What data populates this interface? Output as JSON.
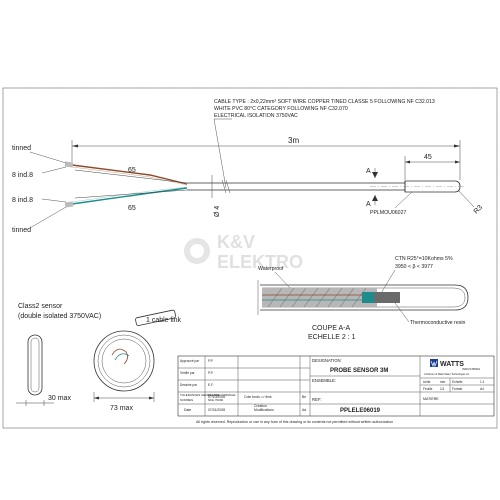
{
  "drawing": {
    "spec_lines": [
      "CABLE TYPE : 2x0,22mm² SOFT WIRE COPPER TINED CLASSE 5 FOLLOWING NF C32.013",
      "WHITE PVC 80°C CATEGORY FOLLOWING NF C32.070",
      "ELECTRICAL ISOLATION 3750VAC"
    ],
    "dim_length": "3m",
    "dim_45": "45",
    "dim_65_top": "65",
    "dim_65_bottom": "65",
    "dim_dia4": "Ø 4",
    "dim_r3": "R3",
    "label_tinned_top": "tinned",
    "label_8ind_top": "8 ind.8",
    "label_8ind_bottom": "8 ind.8",
    "label_tinned_bottom": "tinned",
    "section_mark_top": "A",
    "section_mark_bottom": "A",
    "part_ref": "PPLMOU06027",
    "ctn_line1": "CTN R25°=10Kohms 5%",
    "ctn_line2": "3950 < β < 3977",
    "waterproof": "Waterproof",
    "coupe_line1": "COUPE A-A",
    "coupe_line2": "ECHELLE 2 : 1",
    "thermo_resin": "Thermoconductive resin",
    "class2_line1": "Class2 sensor",
    "class2_line2": "(double isolated 3750VAC)",
    "cable_link": "1 cable link",
    "dim_30max": "30 max",
    "dim_73max": "73 max"
  },
  "titleblock": {
    "designation_label": "DESIGNATION:",
    "designation": "PROBE SENSOR 3M",
    "ensemble_label": "ENSEMBLE:",
    "ref_label": "REF:",
    "ref_value": "PPLELE06019",
    "rev_code": "Aa",
    "col_tol": "Be",
    "creation": "Création",
    "modifications": "Modifications",
    "date_label": "Date",
    "date1": "07/10/2008",
    "date2": "07/01/2008",
    "cote_label": "Cote bruts => finis",
    "echelle_label": "Echelle",
    "echelle_value": "1:1",
    "unite_label": "Unite",
    "unite_value": "mm",
    "feuille_label": "Feuille",
    "feuille_value": "1/1",
    "format_label": "Format",
    "format_value": "A4",
    "matiere_label": "MATIERE",
    "brand_name": "WATTS",
    "brand_sub": "INDUSTRIES",
    "brand_tag": "A Division of Watts Water Technologies Inc.",
    "left_rows": [
      "Approuvé par",
      "Vérifié par",
      "Dessiné par",
      "TOLERANCES GENERALES",
      "NORMES"
    ],
    "left_vals": [
      "P.P.",
      "P.P.",
      "E.F.",
      "CLASSE NORMALE",
      "NFE 70000"
    ]
  },
  "footer": {
    "rights": "All rights reserved. Reproduction or use in any form of this drawing or its contents not permitted without written authorization"
  },
  "watermark": {
    "line1": "K&V",
    "line2": "ELEKTRO"
  },
  "colors": {
    "wire_brown": "#8B4A2B",
    "wire_teal": "#1E8C8C",
    "watermark": "#d9d9d9",
    "section_fill": "#6a6a6a",
    "watts_blue": "#1b3f8f"
  }
}
